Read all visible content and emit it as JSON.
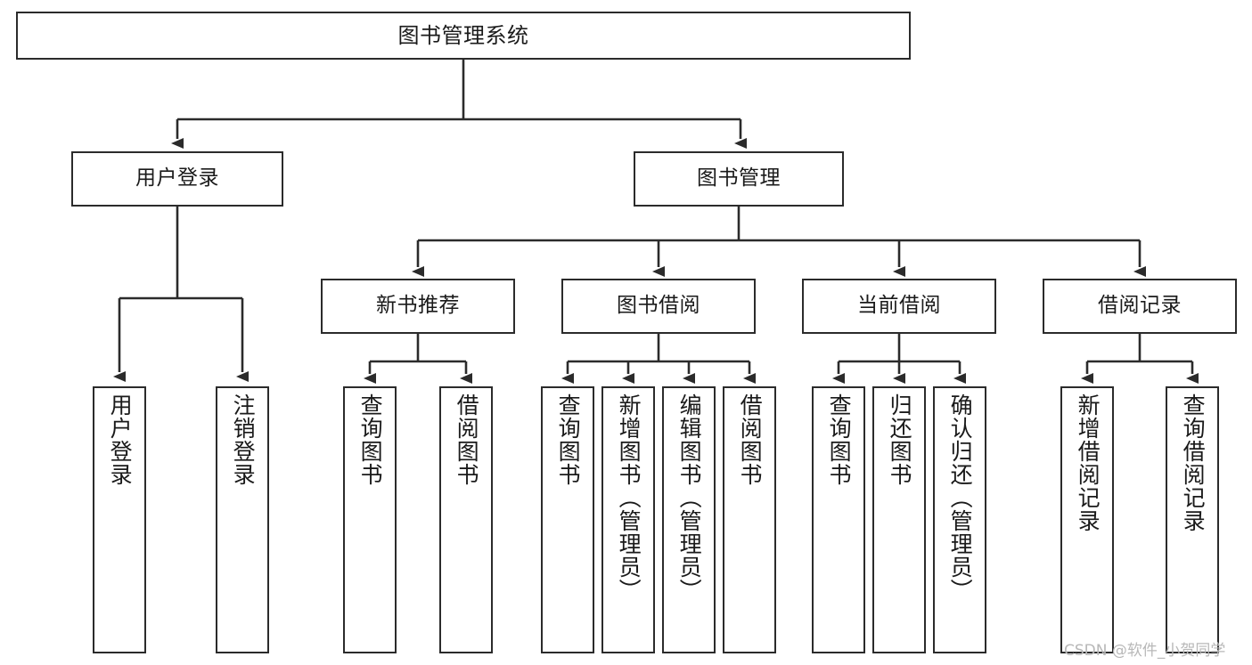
{
  "diagram": {
    "title": "图书管理系统",
    "type": "tree",
    "orientation": "top-down",
    "colors": {
      "background": "#ffffff",
      "node_fill": "#ffffff",
      "node_stroke": "#2b2b2b",
      "edge_stroke": "#2b2b2b",
      "text": "#1a1a1a",
      "watermark": "#b8b8b8"
    },
    "watermark": "CSDN @软件_小贺同学"
  },
  "nodes": {
    "root": {
      "label": "图书管理系统",
      "level": 1
    },
    "level2": [
      {
        "id": "user-login",
        "label": "用户登录"
      },
      {
        "id": "book-manage",
        "label": "图书管理"
      }
    ],
    "level3": [
      {
        "id": "new-book-recommend",
        "label": "新书推荐"
      },
      {
        "id": "book-borrow",
        "label": "图书借阅"
      },
      {
        "id": "current-borrow",
        "label": "当前借阅"
      },
      {
        "id": "borrow-record",
        "label": "借阅记录"
      }
    ],
    "leaves": {
      "user_login": [
        {
          "id": "leaf-user-login",
          "label": "用户登录"
        },
        {
          "id": "leaf-logout-login",
          "label": "注销登录"
        }
      ],
      "new_book_recommend": [
        {
          "id": "leaf-query-book-1",
          "label": "查询图书"
        },
        {
          "id": "leaf-borrow-book-1",
          "label": "借阅图书"
        }
      ],
      "book_borrow": [
        {
          "id": "leaf-query-book-2",
          "label": "查询图书"
        },
        {
          "id": "leaf-add-book",
          "label": "新增图书（管理员）"
        },
        {
          "id": "leaf-edit-book",
          "label": "编辑图书（管理员）"
        },
        {
          "id": "leaf-borrow-book-2",
          "label": "借阅图书"
        }
      ],
      "current_borrow": [
        {
          "id": "leaf-query-book-3",
          "label": "查询图书"
        },
        {
          "id": "leaf-return-book",
          "label": "归还图书"
        },
        {
          "id": "leaf-confirm-return",
          "label": "确认归还（管理员）"
        }
      ],
      "borrow_record": [
        {
          "id": "leaf-add-record",
          "label": "新增借阅记录"
        },
        {
          "id": "leaf-query-record",
          "label": "查询借阅记录"
        }
      ]
    }
  }
}
